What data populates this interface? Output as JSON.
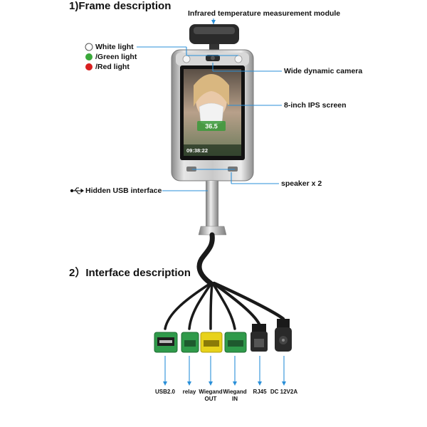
{
  "section1": {
    "title": "1)Frame description"
  },
  "section2": {
    "title": "2）Interface description"
  },
  "labels": {
    "ir_module": "Infrared temperature measurement module",
    "white_light": "White light",
    "green_light": "/Green light",
    "red_light": "/Red light",
    "camera": "Wide dynamic camera",
    "screen": "8-inch IPS screen",
    "speaker": "speaker x 2",
    "usb_hidden": "Hidden USB interface"
  },
  "screen_display": {
    "temperature": "36.5",
    "clock": "09:38:22"
  },
  "interfaces": [
    {
      "line1": "USB2.0",
      "line2": ""
    },
    {
      "line1": "relay",
      "line2": ""
    },
    {
      "line1": "Wiegand",
      "line2": "OUT"
    },
    {
      "line1": "Wiegand",
      "line2": "IN"
    },
    {
      "line1": "RJ45",
      "line2": ""
    },
    {
      "line1": "DC 12V2A",
      "line2": ""
    }
  ],
  "colors": {
    "accent_blue": "#2a8fd8",
    "green_led": "#3aa83a",
    "red_led": "#d82020",
    "terminal_green": "#2f9a4a",
    "terminal_yellow": "#e8d21a"
  }
}
